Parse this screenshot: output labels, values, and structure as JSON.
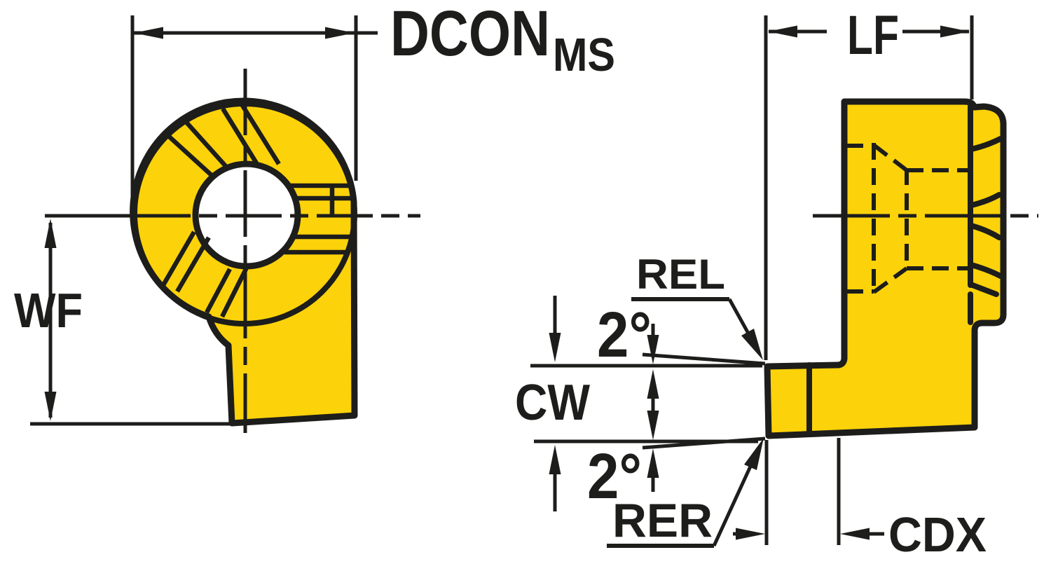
{
  "drawing": {
    "description": "Technical dimension drawing of a yellow grooving insert, front view and side view",
    "colors": {
      "part_fill": "#FCD20A",
      "line": "#1D1D1B",
      "background": "#FFFFFF"
    },
    "labels": {
      "dcon_main": "DCON",
      "dcon_sub": "MS",
      "wf": "WF",
      "lf": "LF",
      "rel": "REL",
      "angle_top": "2°",
      "cw": "CW",
      "angle_bottom": "2°",
      "rer": "RER",
      "cdx": "CDX"
    }
  }
}
